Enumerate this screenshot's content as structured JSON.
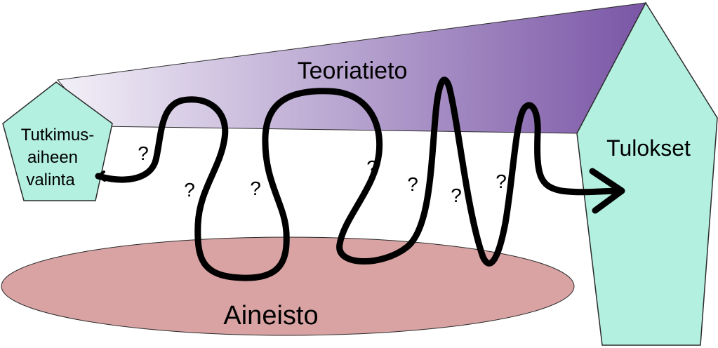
{
  "diagram": {
    "start": {
      "lines": [
        "Tutkimus-",
        "aiheen",
        "valinta"
      ]
    },
    "theory": {
      "label": "Teoriatieto"
    },
    "material": {
      "label": "Aineisto"
    },
    "results": {
      "label": "Tulokset"
    },
    "question_marks": [
      "?",
      "?",
      "?",
      "?",
      "?",
      "?",
      "?"
    ],
    "colors": {
      "pentagon_fill": "#b3f0df",
      "theory_light": "#f0ecf7",
      "theory_dark": "#7a56a6",
      "material_fill": "#d9a3a3",
      "path_stroke": "#000000"
    }
  }
}
